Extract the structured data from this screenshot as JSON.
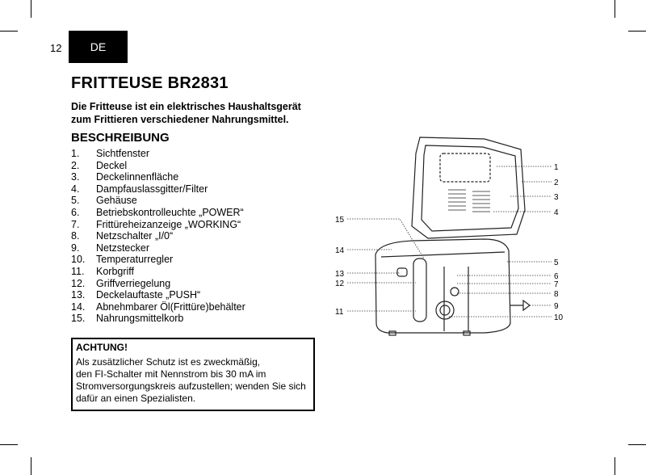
{
  "page_number": "12",
  "language_tab": "DE",
  "title": "FRITTEUSE BR2831",
  "intro": [
    "Die Fritteuse ist ein elektrisches Haushaltsgerät",
    "zum Frittieren verschiedener Nahrungsmittel."
  ],
  "section_title": "BESCHREIBUNG",
  "items": [
    {
      "n": "1.",
      "t": "Sichtfenster"
    },
    {
      "n": "2.",
      "t": "Deckel"
    },
    {
      "n": "3.",
      "t": "Deckelinnenfläche"
    },
    {
      "n": "4.",
      "t": "Dampfauslassgitter/Filter"
    },
    {
      "n": "5.",
      "t": "Gehäuse"
    },
    {
      "n": "6.",
      "t": "Betriebskontrolleuchte „POWER“"
    },
    {
      "n": "7.",
      "t": "Frittüreheizanzeige „WORKING“"
    },
    {
      "n": "8.",
      "t": "Netzschalter „I/0“"
    },
    {
      "n": "9.",
      "t": "Netzstecker"
    },
    {
      "n": "10.",
      "t": "Temperaturregler"
    },
    {
      "n": "11.",
      "t": "Korbgriff"
    },
    {
      "n": "12.",
      "t": "Griffverriegelung"
    },
    {
      "n": "13.",
      "t": "Deckelauftaste „PUSH“"
    },
    {
      "n": "14.",
      "t": "Abnehmbarer Öl(Frittüre)behälter"
    },
    {
      "n": "15.",
      "t": "Nahrungsmittelkorb"
    }
  ],
  "warning": {
    "title": "ACHTUNG!",
    "lines": [
      "Als zusätzlicher Schutz ist es zweckmäßig,",
      "den FI-Schalter mit Nennstrom bis 30 mA im",
      "Stromversorgungskreis aufzustellen; wenden Sie sich",
      "dafür an einen Spezialisten."
    ]
  },
  "diagram": {
    "right_labels": [
      "1",
      "2",
      "3",
      "4",
      "5",
      "6",
      "7",
      "8",
      "9",
      "10"
    ],
    "left_labels": [
      "15",
      "14",
      "13",
      "12",
      "11"
    ]
  }
}
